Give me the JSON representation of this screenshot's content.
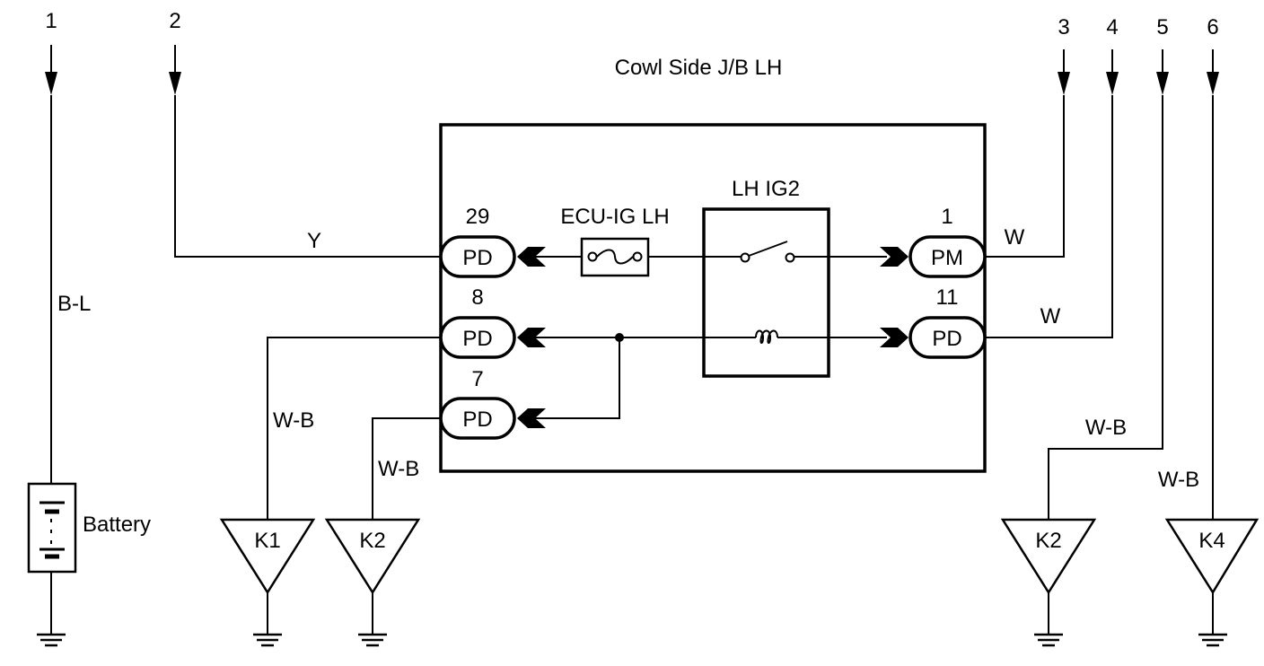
{
  "jb_title": "Cowl Side J/B LH",
  "inputs": [
    {
      "num": "1"
    },
    {
      "num": "2"
    },
    {
      "num": "3"
    },
    {
      "num": "4"
    },
    {
      "num": "5"
    },
    {
      "num": "6"
    }
  ],
  "wires": {
    "b_l": "B-L",
    "y": "Y",
    "w_top": "W",
    "w_mid": "W",
    "wb_k1": "W-B",
    "wb_k2": "W-B",
    "wb_5": "W-B",
    "wb_6": "W-B"
  },
  "connectors": {
    "c29": {
      "pin": "29",
      "label": "PD"
    },
    "c8": {
      "pin": "8",
      "label": "PD"
    },
    "c7": {
      "pin": "7",
      "label": "PD"
    },
    "c1": {
      "pin": "1",
      "label": "PM"
    },
    "c11": {
      "pin": "11",
      "label": "PD"
    }
  },
  "fuse": {
    "label": "ECU-IG LH"
  },
  "relay": {
    "label": "LH IG2"
  },
  "battery": {
    "label": "Battery"
  },
  "grounds": [
    {
      "label": "K1"
    },
    {
      "label": "K2"
    },
    {
      "label": "K2"
    },
    {
      "label": "K4"
    }
  ]
}
